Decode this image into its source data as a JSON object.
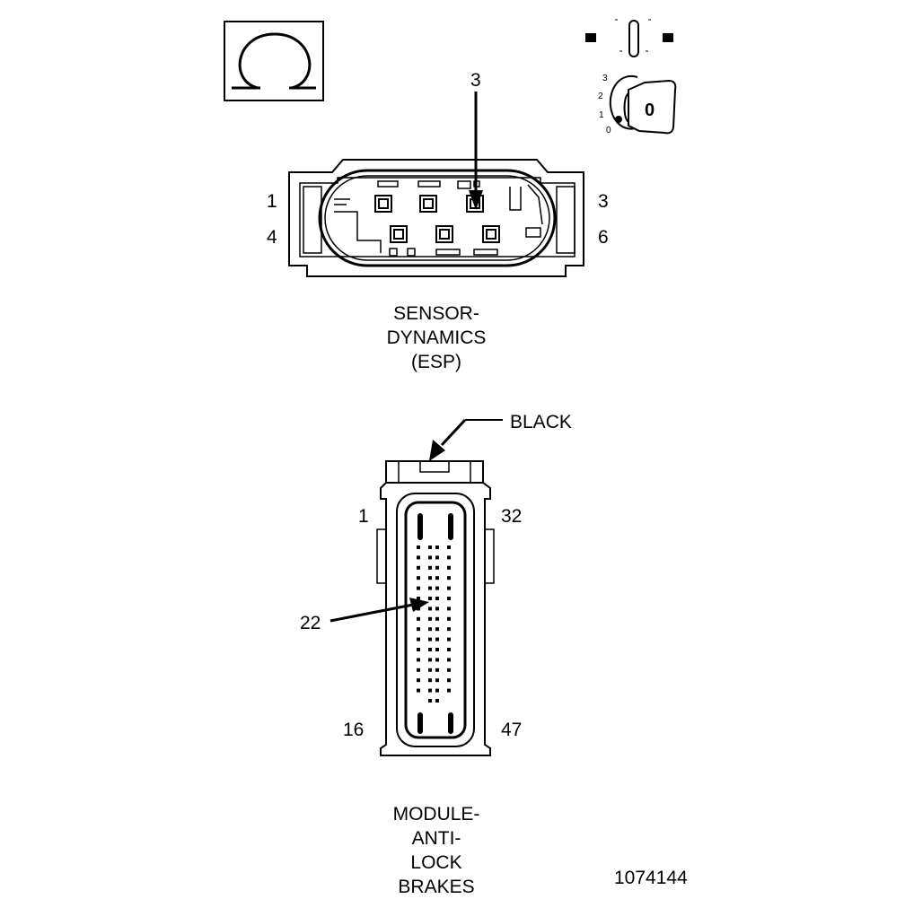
{
  "figure_id": "1074144",
  "ignition_symbol": {
    "key_positions": [
      "3",
      "2",
      "1",
      "0"
    ],
    "key_label": "0"
  },
  "sensor_connector": {
    "caption_lines": [
      "SENSOR-",
      "DYNAMICS",
      "(ESP)"
    ],
    "pin_labels": {
      "top_left": "1",
      "bottom_left": "4",
      "top_right": "3",
      "bottom_right": "6"
    },
    "callout_pin": "3"
  },
  "abs_connector": {
    "caption_lines": [
      "MODULE-",
      "ANTI-",
      "LOCK",
      "BRAKES"
    ],
    "color_callout": "BLACK",
    "pin_labels": {
      "top_left": "1",
      "top_right": "32",
      "bottom_left": "16",
      "bottom_right": "47"
    },
    "callout_pin": "22"
  },
  "icons": [
    "ground-omega-icon",
    "ignition-key-icon",
    "callout-arrow-icon"
  ],
  "colors": {
    "line": "#000000",
    "background": "#ffffff"
  }
}
